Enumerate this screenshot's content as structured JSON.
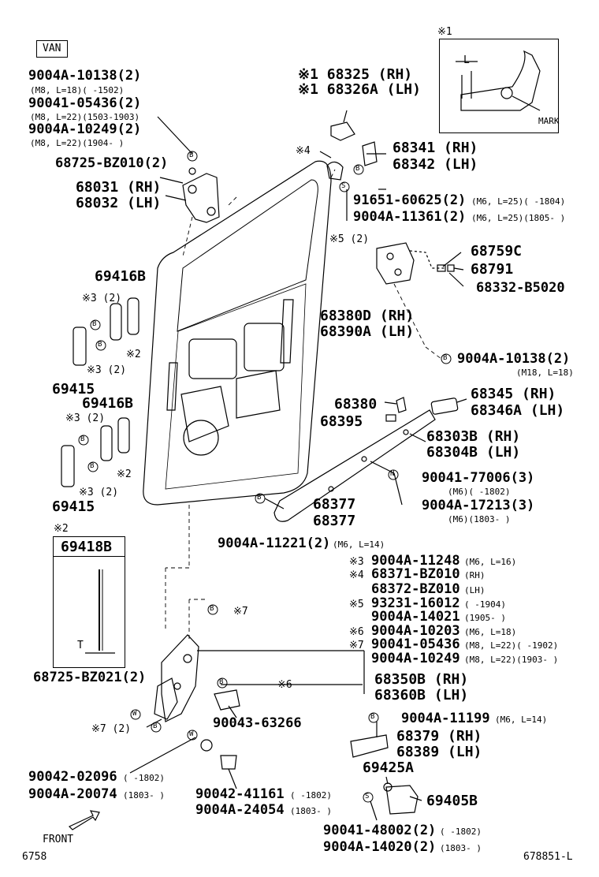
{
  "header": {
    "van_label": "VAN",
    "note1_marker": "※1",
    "inset_L": "L",
    "inset_mark": "MARK"
  },
  "top_left": {
    "l1": "9004A-10138(2)",
    "l1s": "(M8, L=18)(      -1502)",
    "l2": "90041-05436(2)",
    "l2s": "(M8, L=22)(1503-1903)",
    "l3": "9004A-10249(2)",
    "l3s": "(M8, L=22)(1904-       )",
    "l4": "68725-BZ010(2)",
    "l5": "68031 (RH)",
    "l6": "68032 (LH)"
  },
  "top_mid": {
    "r1": "※1 68325  (RH)",
    "r2": "※1 68326A (LH)",
    "r3": "68341 (RH)",
    "r4": "68342 (LH)",
    "m4": "※4",
    "r5": "91651-60625(2)",
    "r5s": "(M6, L=25)(       -1804)",
    "r6": "9004A-11361(2)",
    "r6s": "(M6, L=25)(1805-       )",
    "m52": "※5 (2)"
  },
  "right_upper": {
    "a1": "68759C",
    "a2": "68791",
    "a3": "68332-B5020",
    "a4": "68380D (RH)",
    "a5": "68390A (LH)",
    "a6": "9004A-10138(2)",
    "a6s": "(M18, L=18)"
  },
  "left_mid": {
    "p1": "69416B",
    "p1m": "※3 (2)",
    "p1m2": "※2",
    "p1m3": "※3 (2)",
    "p2": "69415",
    "p3": "69416B",
    "p3m": "※3 (2)",
    "p3m2": "※2",
    "p3m3": "※3 (2)",
    "p4": "69415"
  },
  "right_mid": {
    "b1": "68380",
    "b2": "68395",
    "b3": "68345  (RH)",
    "b4": "68346A (LH)",
    "b5": "68303B (RH)",
    "b6": "68304B (LH)",
    "b7": "90041-77006(3)",
    "b7s": "(M6)(       -1802)",
    "b8": "9004A-17213(3)",
    "b8s": "(M6)(1803-       )",
    "b9": "68377",
    "b10": "68377",
    "b11": "9004A-11221(2)",
    "b11s": "(M6, L=14)"
  },
  "inset2": {
    "marker": "※2",
    "title": "69418B",
    "T": "T",
    "below": "68725-BZ021(2)"
  },
  "notes": [
    {
      "m": "※3",
      "v": "9004A-11248",
      "s": "(M6, L=16)"
    },
    {
      "m": "※4",
      "v": "68371-BZ010",
      "s": "(RH)"
    },
    {
      "m": "",
      "v": "68372-BZ010",
      "s": "(LH)"
    },
    {
      "m": "※5",
      "v": "93231-16012",
      "s": "(      -1904)"
    },
    {
      "m": "",
      "v": "9004A-14021",
      "s": "(1905-     )"
    },
    {
      "m": "※6",
      "v": "9004A-10203",
      "s": "(M6, L=18)"
    },
    {
      "m": "※7",
      "v": "90041-05436",
      "s": "(M8, L=22)(      -1902)"
    },
    {
      "m": "",
      "v": "9004A-10249",
      "s": "(M8, L=22)(1903-      )"
    }
  ],
  "lower": {
    "m7": "※7",
    "m6": "※6",
    "c1": "68350B (RH)",
    "c2": "68360B (LH)",
    "c3": "90043-63266",
    "m72": "※7 (2)",
    "c4": "9004A-11199",
    "c4s": "(M6, L=14)",
    "c5": "68379 (RH)",
    "c6": "68389 (LH)",
    "c7": "69425A",
    "c8": "69405B",
    "c9": "90042-02096",
    "c9s": "(      -1802)",
    "c10": "9004A-20074",
    "c10s": "(1803-      )",
    "c11": "90042-41161",
    "c11s": "(      -1802)",
    "c12": "9004A-24054",
    "c12s": "(1803-      )",
    "c13": "90041-48002(2)",
    "c13s": "(      -1802)",
    "c14": "9004A-14020(2)",
    "c14s": "(1803-      )"
  },
  "footer": {
    "front": "FRONT",
    "code_left": "6758",
    "code_right": "678851-L"
  },
  "callouts": {
    "B": "B",
    "S": "S",
    "N": "N",
    "W": "W"
  }
}
